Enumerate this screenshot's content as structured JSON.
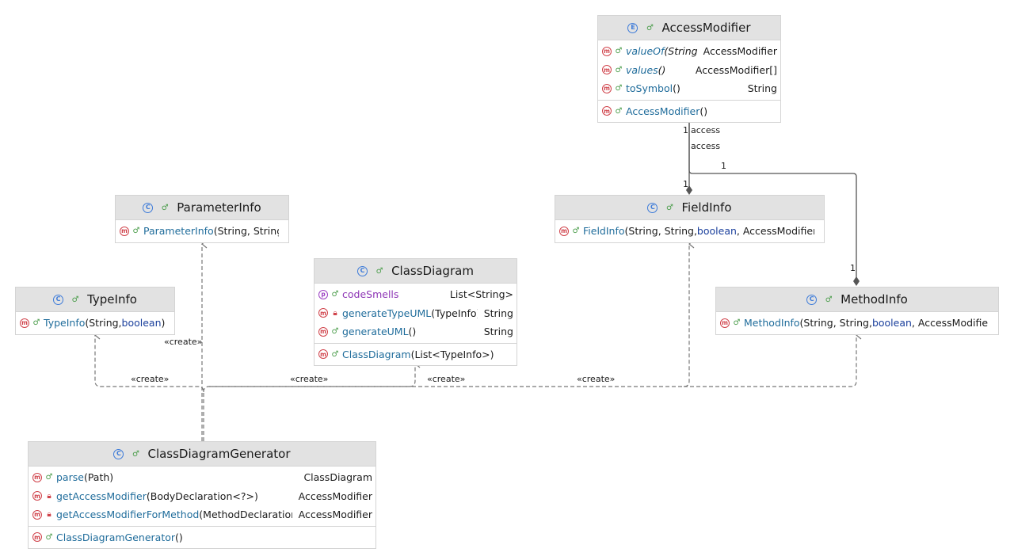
{
  "colors": {
    "header_bg": "#e2e2e2",
    "border": "#d4d4d4",
    "class_icon": "#3d7bd9",
    "method_icon": "#d0424a",
    "property_icon": "#9b3fc3",
    "public_marker": "#4d9e4d",
    "private_marker": "#d0424a",
    "member_name": "#1f6c9b",
    "property_name": "#8e36b6",
    "keyword": "#1a3f9c",
    "edge": "#555555",
    "dependency_edge": "#777777"
  },
  "nodes": {
    "access_modifier": {
      "title": "AccessModifier",
      "kind_icon": "E",
      "rows": [
        {
          "icon": "m",
          "vis": "public",
          "name": "valueOf",
          "params": "(String)",
          "type": "AccessModifier",
          "italic": true
        },
        {
          "icon": "m",
          "vis": "public",
          "name": "values",
          "params": "()",
          "type": "AccessModifier[]",
          "italic": true
        },
        {
          "icon": "m",
          "vis": "public",
          "name": "toSymbol",
          "params": "()",
          "type": "String"
        },
        {
          "icon": "m",
          "vis": "public",
          "name": "AccessModifier",
          "params": "()",
          "type": ""
        }
      ]
    },
    "parameter_info": {
      "title": "ParameterInfo",
      "kind_icon": "C",
      "rows": [
        {
          "icon": "m",
          "vis": "public",
          "name": "ParameterInfo",
          "params": "(String, String)",
          "type": ""
        }
      ]
    },
    "field_info": {
      "title": "FieldInfo",
      "kind_icon": "C",
      "rows": [
        {
          "icon": "m",
          "vis": "public",
          "name": "FieldInfo",
          "params_pre": "(String, String, ",
          "params_kw": "boolean",
          "params_post": ", AccessModifier)",
          "type": ""
        }
      ]
    },
    "class_diagram": {
      "title": "ClassDiagram",
      "kind_icon": "C",
      "rows": [
        {
          "icon": "p",
          "vis": "public",
          "name": "codeSmells",
          "params": "",
          "type": "List<String>"
        },
        {
          "icon": "m",
          "vis": "private",
          "name": "generateTypeUML",
          "params": "(TypeInfo)",
          "type": "String"
        },
        {
          "icon": "m",
          "vis": "public",
          "name": "generateUML",
          "params": "()",
          "type": "String"
        },
        {
          "icon": "m",
          "vis": "public",
          "name": "ClassDiagram",
          "params": "(List<TypeInfo>)",
          "type": ""
        }
      ]
    },
    "type_info": {
      "title": "TypeInfo",
      "kind_icon": "C",
      "rows": [
        {
          "icon": "m",
          "vis": "public",
          "name": "TypeInfo",
          "params_pre": "(String, ",
          "params_kw": "boolean",
          "params_post": ")",
          "type": ""
        }
      ]
    },
    "method_info": {
      "title": "MethodInfo",
      "kind_icon": "C",
      "rows": [
        {
          "icon": "m",
          "vis": "public",
          "name": "MethodInfo",
          "params_pre": "(String, String, ",
          "params_kw": "boolean",
          "params_post": ", AccessModifier)",
          "type": ""
        }
      ]
    },
    "class_diagram_generator": {
      "title": "ClassDiagramGenerator",
      "kind_icon": "C",
      "rows": [
        {
          "icon": "m",
          "vis": "public",
          "name": "parse",
          "params": "(Path)",
          "type": "ClassDiagram"
        },
        {
          "icon": "m",
          "vis": "private",
          "name": "getAccessModifier",
          "params": "(BodyDeclaration<?>)",
          "type": "AccessModifier"
        },
        {
          "icon": "m",
          "vis": "private",
          "name": "getAccessModifierForMethod",
          "params": "(MethodDeclaration)",
          "type": "AccessModifier"
        },
        {
          "icon": "m",
          "vis": "public",
          "name": "ClassDiagramGenerator",
          "params": "()",
          "type": ""
        }
      ]
    }
  },
  "edge_labels": {
    "fieldinfo_access_mult_top": "1",
    "fieldinfo_access_role_top": "access",
    "fieldinfo_access_role_bottom": "access",
    "fieldinfo_access_mult_bottom": "1",
    "methodinfo_access_mult_top": "1",
    "methodinfo_access_mult_bottom": "1",
    "create_parameterinfo": "«create»",
    "create_typeinfo": "«create»",
    "create_classdiagram": "«create»",
    "create_fieldinfo": "«create»",
    "create_methodinfo": "«create»"
  }
}
